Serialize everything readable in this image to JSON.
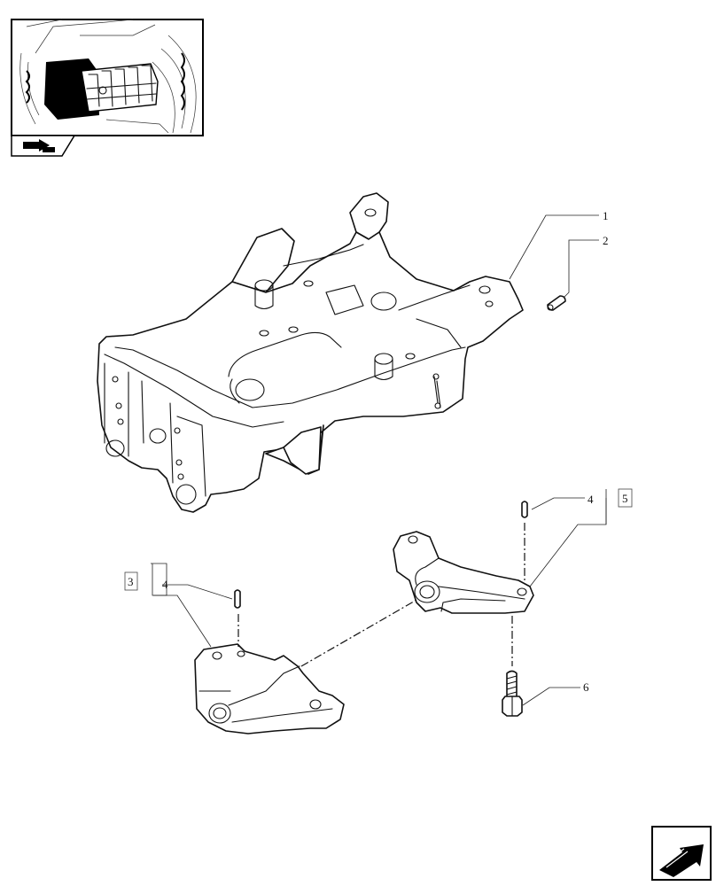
{
  "callouts": {
    "frame": "1",
    "pin_top": "2",
    "box_left": "3",
    "pin_left": "4",
    "pin_right": "4",
    "box_right": "5",
    "bolt": "6"
  },
  "icons": {
    "thumbnail": "tractor-location-thumbnail",
    "thumbnail_nav": "book-arrow-icon",
    "next_page": "next-page-arrow-icon"
  }
}
